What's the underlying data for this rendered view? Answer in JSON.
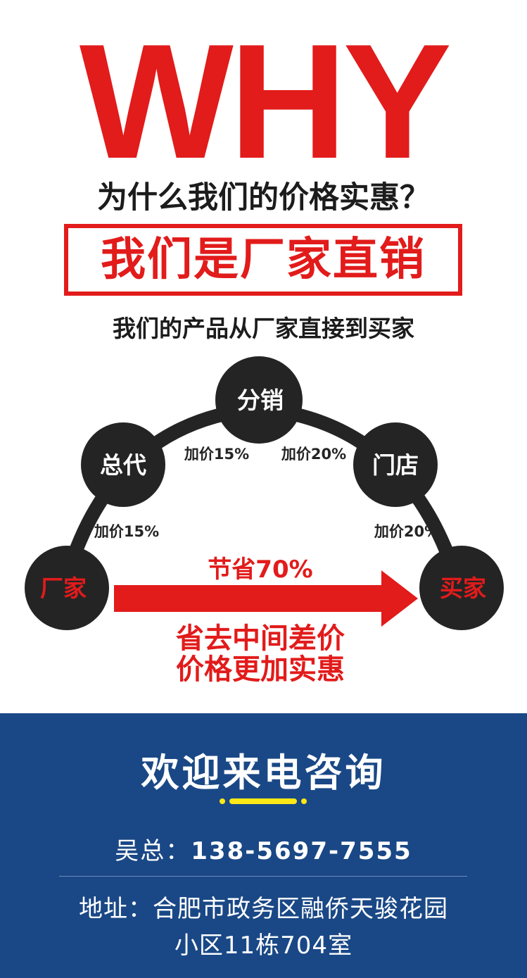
{
  "header": {
    "why": "WHY",
    "question": "为什么我们的价格实惠？",
    "factory_direct": "我们是厂家直销",
    "direct_desc": "我们的产品从厂家直接到买家"
  },
  "chain": {
    "nodes": {
      "factory": "厂家",
      "agent": "总代",
      "distribution": "分销",
      "store": "门店",
      "buyer": "买家"
    },
    "markups": {
      "factory_to_agent": "加价15%",
      "agent_to_distribution": "加价15%",
      "distribution_to_store": "加价20%",
      "store_to_buyer": "加价20%"
    },
    "save": "节省70%",
    "save_line1": "省去中间差价",
    "save_line2": "价格更加实惠"
  },
  "contact": {
    "welcome": "欢迎来电咨询",
    "name_label": "吴总：",
    "phone": "138-5697-7555",
    "address_line1": "地址：合肥市政务区融侨天骏花园",
    "address_line2": "小区11栋704室"
  },
  "colors": {
    "accent_red": "#e21b1b",
    "node_dark": "#242424",
    "footer_blue": "#1a4886",
    "divider_yellow": "#ffe816"
  }
}
